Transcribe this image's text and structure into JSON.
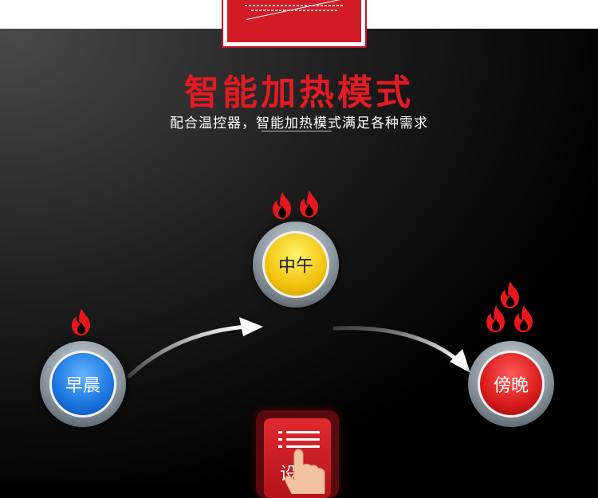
{
  "title": "智能加热模式",
  "subtitle": "配合温控器，智能加热模式满足各种需求",
  "modes": {
    "morning": {
      "label": "早晨",
      "flames": 1
    },
    "noon": {
      "label": "中午",
      "flames": 2
    },
    "evening": {
      "label": "傍晚",
      "flames": 3
    }
  },
  "set_button": {
    "label": "设置"
  },
  "colors": {
    "title": "#e21a23",
    "morning": "#1874de",
    "noon": "#f2c30d",
    "evening": "#d81a1a",
    "flame": "#e8161d"
  }
}
